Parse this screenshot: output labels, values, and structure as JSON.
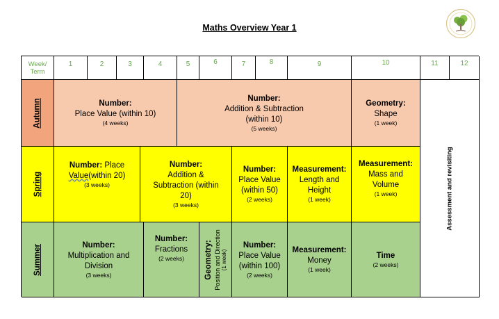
{
  "title": "Maths Overview Year 1",
  "logo_icon": "tree-logo-icon",
  "header": {
    "week_term_line1": "Week/",
    "week_term_line2": "Term",
    "weeks": [
      "1",
      "2",
      "3",
      "4",
      "5",
      "6",
      "7",
      "8",
      "9",
      "10",
      "11",
      "12"
    ]
  },
  "terms": {
    "autumn": "Autumn",
    "spring": "Spring",
    "summer": "Summer"
  },
  "autumn": {
    "place_value": {
      "heading": "Number:",
      "text": "Place Value (within 10)",
      "duration": "(4 weeks)"
    },
    "add_sub": {
      "heading": "Number:",
      "text1": "Addition & Subtraction",
      "text2": "(within 10)",
      "duration": "(5 weeks)"
    },
    "shape": {
      "heading": "Geometry:",
      "text": "Shape",
      "duration": "(1 week)"
    }
  },
  "spring": {
    "place_value": {
      "heading": "Number:",
      "heading_rest": " Place",
      "text_wavy": "Value",
      "text_rest": "(within 20)",
      "duration": "(3 weeks)"
    },
    "add_sub": {
      "heading": "Number:",
      "text1": "Addition &",
      "text2": "Subtraction (within",
      "text3": "20)",
      "duration": "(3 weeks)"
    },
    "place_value_50": {
      "heading": "Number:",
      "text1": "Place Value",
      "text2": "(within 50)",
      "duration": "(2 weeks)"
    },
    "length": {
      "heading": "Measurement:",
      "text1": "Length and",
      "text2": "Height",
      "duration": "(1 week)"
    },
    "mass": {
      "heading": "Measurement:",
      "text1": "Mass and",
      "text2": "Volume",
      "duration": "(1 week)"
    }
  },
  "summer": {
    "mult": {
      "heading": "Number:",
      "text1": "Multiplication and",
      "text2": "Division",
      "duration": "(3 weeks)"
    },
    "fractions": {
      "heading": "Number:",
      "text": "Fractions",
      "duration": "(2 weeks)"
    },
    "position": {
      "heading": "Geometry:",
      "text": "Position and Direction",
      "duration": "(1 week)"
    },
    "place_value_100": {
      "heading": "Number:",
      "text1": "Place Value",
      "text2": "(within 100)",
      "duration": "(2 weeks)"
    },
    "money": {
      "heading": "Measurement:",
      "text": "Money",
      "duration": "(1 week)"
    },
    "time": {
      "heading": "Time",
      "duration": "(2 weeks)"
    }
  },
  "assessment": "Assessment and revisiting",
  "colors": {
    "autumn": "#f7c9ad",
    "autumn_term": "#f2a47d",
    "spring": "#ffff00",
    "summer": "#a9d18e",
    "header_text": "#6aa84f"
  }
}
